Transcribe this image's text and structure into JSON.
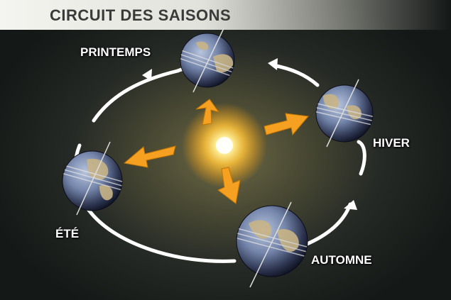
{
  "title": "CIRCUIT DES SAISONS",
  "seasons": {
    "spring": "PRINTEMPS",
    "winter": "HIVER",
    "summer": "ÉTÉ",
    "autumn": "AUTOMNE"
  },
  "colors": {
    "orbit": "#ffffff",
    "arrow": "#f5a020",
    "sun": "#ffe070",
    "ocean": "#6d7fa6",
    "land": "#c8b486"
  },
  "icons": [
    "sun-icon",
    "earth-globe-icon",
    "orbit-direction-arrow-icon"
  ]
}
